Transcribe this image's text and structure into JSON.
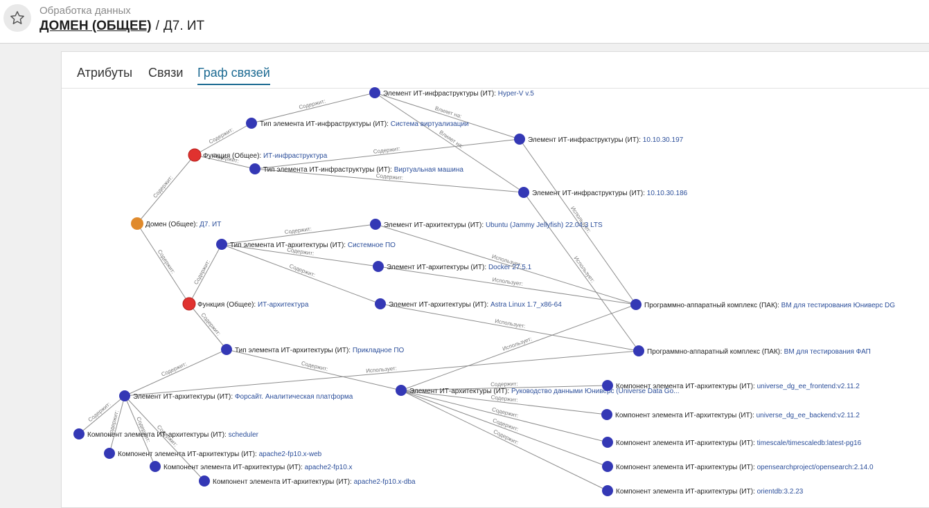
{
  "header": {
    "section": "Обработка данных",
    "title_link": "ДОМЕН (ОБЩЕЕ)",
    "separator": "/",
    "title_current": "Д7. ИТ",
    "star_icon": "star-icon"
  },
  "tabs": [
    {
      "label": "Атрибуты",
      "active": false
    },
    {
      "label": "Связи",
      "active": false
    },
    {
      "label": "Граф связей",
      "active": true
    }
  ],
  "colors": {
    "domain_node": "#e08a2c",
    "function_node": "#e0322f",
    "element_node": "#3438b5",
    "active_tab": "#1c6a92"
  },
  "graph": {
    "nodes": [
      {
        "id": "hyperv",
        "kind": "el",
        "type": "Элемент ИТ-инфраструктуры (ИТ):",
        "value": "Hyper-V v.5"
      },
      {
        "id": "virt",
        "kind": "el",
        "type": "Тип элемента ИТ-инфраструктуры (ИТ):",
        "value": "Система виртуализации"
      },
      {
        "id": "ip197",
        "kind": "el",
        "type": "Элемент ИТ-инфраструктуры (ИТ):",
        "value": "10.10.30.197"
      },
      {
        "id": "fn_infra",
        "kind": "fn",
        "type": "Функция (Общее):",
        "value": "ИТ-инфраструктура"
      },
      {
        "id": "vm",
        "kind": "el",
        "type": "Тип элемента ИТ-инфраструктуры (ИТ):",
        "value": "Виртуальная машина"
      },
      {
        "id": "ip186",
        "kind": "el",
        "type": "Элемент ИТ-инфраструктуры (ИТ):",
        "value": "10.10.30.186"
      },
      {
        "id": "domain",
        "kind": "dom",
        "type": "Домен (Общее):",
        "value": "Д7. ИТ"
      },
      {
        "id": "ubuntu",
        "kind": "el",
        "type": "Элемент ИТ-архитектуры (ИТ):",
        "value": "Ubuntu (Jammy Jellyfish) 22.04.3 LTS"
      },
      {
        "id": "sysso",
        "kind": "el",
        "type": "Тип элемента ИТ-архитектуры (ИТ):",
        "value": "Системное ПО"
      },
      {
        "id": "docker",
        "kind": "el",
        "type": "Элемент ИТ-архитектуры (ИТ):",
        "value": "Docker 27.5.1"
      },
      {
        "id": "pak_un",
        "kind": "el",
        "type": "Программно-аппаратный комплекс (ПАК):",
        "value": "ВМ для тестирования Юниверс DG"
      },
      {
        "id": "astra",
        "kind": "el",
        "type": "Элемент ИТ-архитектуры (ИТ):",
        "value": "Astra Linux 1.7_x86-64"
      },
      {
        "id": "fn_arch",
        "kind": "fn",
        "type": "Функция (Общее):",
        "value": "ИТ-архитектура"
      },
      {
        "id": "applso",
        "kind": "el",
        "type": "Тип элемента ИТ-архитектуры (ИТ):",
        "value": "Прикладное ПО"
      },
      {
        "id": "pak_fap",
        "kind": "el",
        "type": "Программно-аппаратный комплекс (ПАК):",
        "value": "ВМ для тестирования ФАП"
      },
      {
        "id": "udg",
        "kind": "el",
        "type": "Элемент ИТ-архитектуры (ИТ):",
        "value": "Руководство данными Юниверс (Universe Data Go..."
      },
      {
        "id": "forsight",
        "kind": "el",
        "type": "Элемент ИТ-архитектуры (ИТ):",
        "value": "Форсайт. Аналитическая платформа"
      },
      {
        "id": "frontend",
        "kind": "el",
        "type": "Компонент элемента ИТ-архитектуры (ИТ):",
        "value": "universe_dg_ee_frontend:v2.11.2"
      },
      {
        "id": "backend",
        "kind": "el",
        "type": "Компонент элемента ИТ-архитектуры (ИТ):",
        "value": "universe_dg_ee_backend:v2.11.2"
      },
      {
        "id": "timescale",
        "kind": "el",
        "type": "Компонент элемента ИТ-архитектуры (ИТ):",
        "value": "timescale/timescaledb:latest-pg16"
      },
      {
        "id": "opensearch",
        "kind": "el",
        "type": "Компонент элемента ИТ-архитектуры (ИТ):",
        "value": "opensearchproject/opensearch:2.14.0"
      },
      {
        "id": "orientdb",
        "kind": "el",
        "type": "Компонент элемента ИТ-архитектуры (ИТ):",
        "value": "orientdb:3.2.23"
      },
      {
        "id": "scheduler",
        "kind": "el",
        "type": "Компонент элемента ИТ-архитектуры (ИТ):",
        "value": "scheduler"
      },
      {
        "id": "a2web",
        "kind": "el",
        "type": "Компонент элемента ИТ-архитектуры (ИТ):",
        "value": "apache2-fp10.x-web"
      },
      {
        "id": "a2",
        "kind": "el",
        "type": "Компонент элемента ИТ-архитектуры (ИТ):",
        "value": "apache2-fp10.x"
      },
      {
        "id": "a2dba",
        "kind": "el",
        "type": "Компонент элемента ИТ-архитектуры (ИТ):",
        "value": "apache2-fp10.x-dba"
      }
    ],
    "edges": [
      {
        "from": "domain",
        "to": "fn_infra",
        "label": "Содержит:"
      },
      {
        "from": "domain",
        "to": "fn_arch",
        "label": "Содержит:"
      },
      {
        "from": "fn_infra",
        "to": "virt",
        "label": "Содержит:"
      },
      {
        "from": "fn_infra",
        "to": "vm",
        "label": "Содержит:"
      },
      {
        "from": "virt",
        "to": "hyperv",
        "label": "Содержит:"
      },
      {
        "from": "vm",
        "to": "ip197",
        "label": "Содержит:"
      },
      {
        "from": "vm",
        "to": "ip186",
        "label": "Содержит:"
      },
      {
        "from": "hyperv",
        "to": "ip197",
        "label": "Влияет на:"
      },
      {
        "from": "hyperv",
        "to": "ip186",
        "label": "Влияет на:"
      },
      {
        "from": "pak_un",
        "to": "ip197",
        "label": "Использует:"
      },
      {
        "from": "pak_fap",
        "to": "ip186",
        "label": "Использует:"
      },
      {
        "from": "fn_arch",
        "to": "sysso",
        "label": "Содержит:"
      },
      {
        "from": "fn_arch",
        "to": "applso",
        "label": "Содержит:"
      },
      {
        "from": "sysso",
        "to": "ubuntu",
        "label": "Содержит:"
      },
      {
        "from": "sysso",
        "to": "docker",
        "label": "Содержит:"
      },
      {
        "from": "sysso",
        "to": "astra",
        "label": "Содержит:"
      },
      {
        "from": "ubuntu",
        "to": "pak_un",
        "label": "Использует:"
      },
      {
        "from": "docker",
        "to": "pak_un",
        "label": "Использует:"
      },
      {
        "from": "astra",
        "to": "pak_fap",
        "label": "Использует:"
      },
      {
        "from": "udg",
        "to": "pak_un",
        "label": "Использует:"
      },
      {
        "from": "forsight",
        "to": "pak_fap",
        "label": "Использует:"
      },
      {
        "from": "applso",
        "to": "forsight",
        "label": "Содержит:"
      },
      {
        "from": "applso",
        "to": "udg",
        "label": "Содержит:"
      },
      {
        "from": "udg",
        "to": "frontend",
        "label": "Содержит:"
      },
      {
        "from": "udg",
        "to": "backend",
        "label": "Содержит:"
      },
      {
        "from": "udg",
        "to": "timescale",
        "label": "Содержит:"
      },
      {
        "from": "udg",
        "to": "opensearch",
        "label": "Содержит:"
      },
      {
        "from": "udg",
        "to": "orientdb",
        "label": "Содержит:"
      },
      {
        "from": "forsight",
        "to": "scheduler",
        "label": "Содержит:"
      },
      {
        "from": "forsight",
        "to": "a2web",
        "label": "Содержит:"
      },
      {
        "from": "forsight",
        "to": "a2",
        "label": "Содержит:"
      },
      {
        "from": "forsight",
        "to": "a2dba",
        "label": "Содержит:"
      }
    ]
  }
}
